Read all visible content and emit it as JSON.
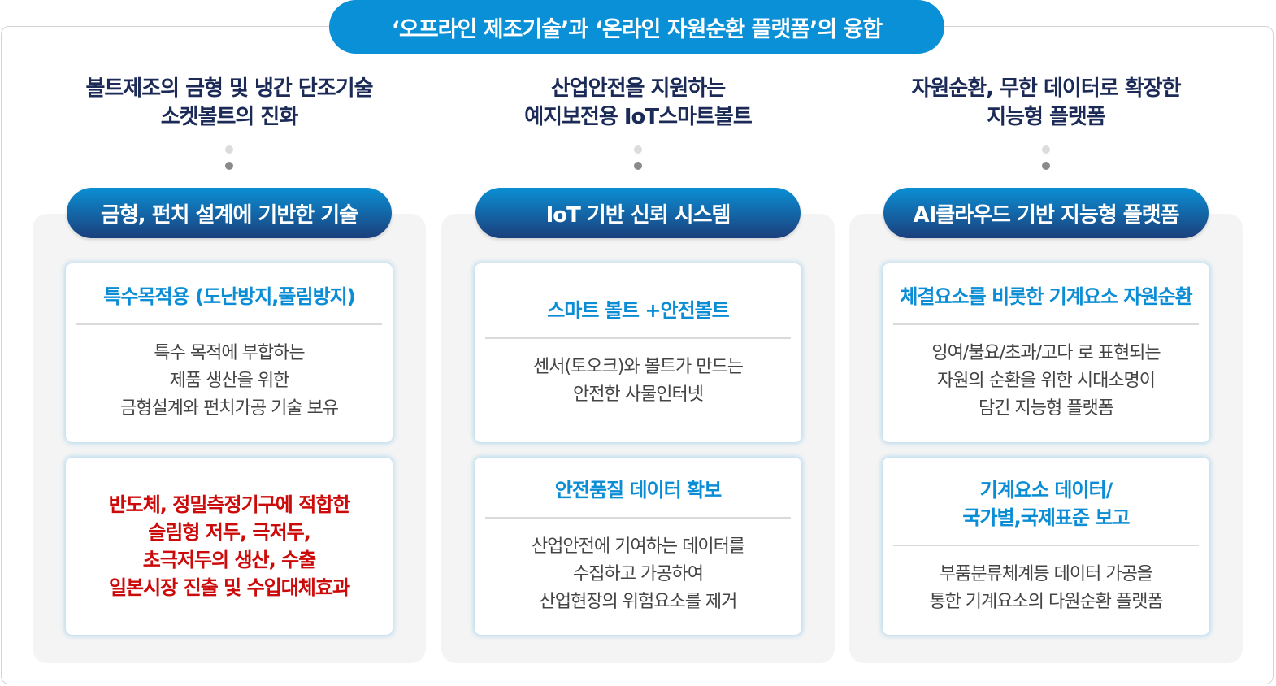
{
  "title": "‘오프라인 제조기술’과 ‘온라인 자원순환 플랫폼’의 융합",
  "columns": [
    {
      "heading": [
        "볼트제조의 금형 및 냉간 단조기술",
        "소켓볼트의 진화"
      ],
      "pill": "금형, 펀치 설계에 기반한 기술",
      "card1": {
        "title": [
          "특수목적용 (도난방지,풀림방지)"
        ],
        "body": [
          "특수 목적에 부합하는",
          "제품 생산을 위한",
          "금형설계와 펀치가공 기술  보유"
        ]
      },
      "card2": {
        "highlight": [
          "반도체, 정밀측정기구에 적합한",
          "슬림형 저두, 극저두,",
          "초극저두의 생산, 수출",
          "일본시장 진출 및 수입대체효과"
        ]
      }
    },
    {
      "heading": [
        "산업안전을 지원하는",
        "예지보전용 IoT스마트볼트"
      ],
      "pill": "IoT 기반 신뢰 시스템",
      "card1": {
        "title": [
          "스마트 볼트 +안전볼트"
        ],
        "body": [
          "센서(토오크)와 볼트가 만드는",
          "안전한 사물인터넷"
        ]
      },
      "card2": {
        "title": [
          "안전품질 데이터 확보"
        ],
        "body": [
          "산업안전에 기여하는 데이터를",
          "수집하고 가공하여",
          "산업현장의 위험요소를 제거"
        ]
      }
    },
    {
      "heading": [
        "자원순환, 무한 데이터로 확장한",
        "지능형 플랫폼"
      ],
      "pill": "AI클라우드 기반 지능형 플랫폼",
      "card1": {
        "title": [
          "체결요소를 비롯한 기계요소 자원순환"
        ],
        "body": [
          "잉여/불요/초과/고다 로 표현되는",
          "자원의 순환을 위한 시대소명이",
          "담긴 지능형 플랫폼"
        ]
      },
      "card2": {
        "title": [
          "기계요소 데이터/",
          "국가별,국제표준 보고"
        ],
        "body": [
          "부품분류체계등 데이터 가공을",
          "통한 기계요소의 다원순환 플랫폼"
        ]
      }
    }
  ]
}
